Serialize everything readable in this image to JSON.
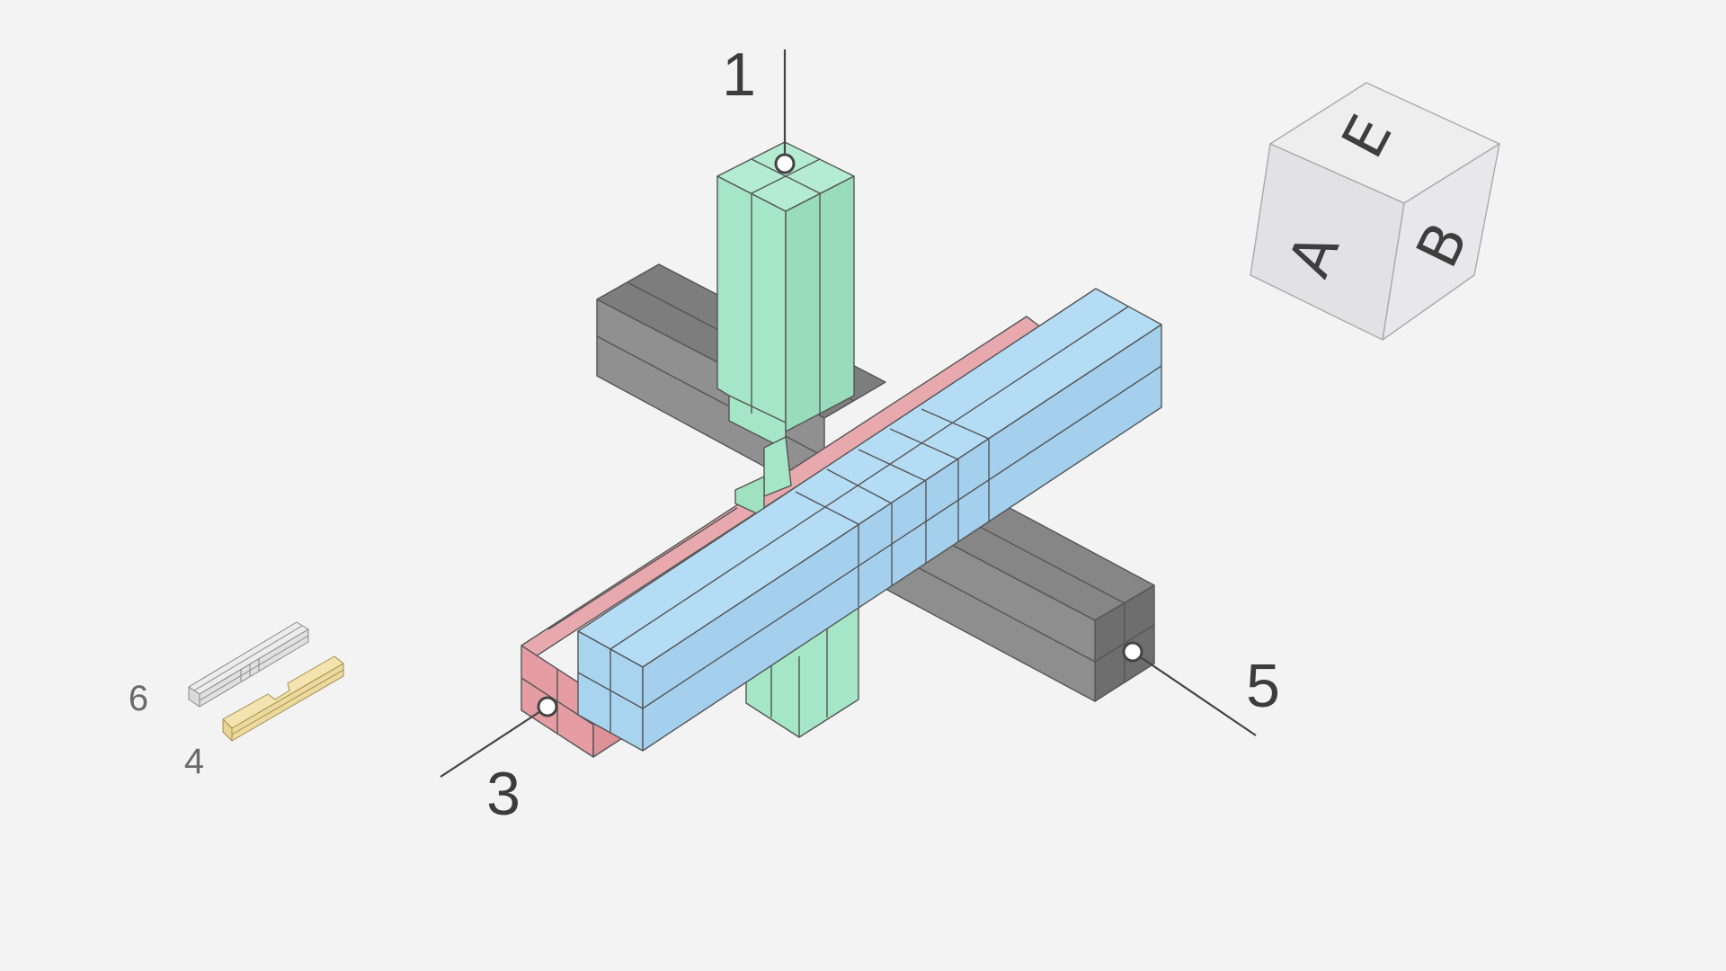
{
  "callouts": {
    "c1": "1",
    "c3": "3",
    "c5": "5",
    "c6": "6",
    "c4": "4"
  },
  "view_cube": {
    "front": "A",
    "top": "E",
    "right": "B"
  },
  "colors": {
    "background": "#f3f3f3",
    "green_piece": "#a8e6c8",
    "blue_piece": "#aad6f2",
    "red_piece": "#eaa2a6",
    "gray_piece": "#8a8a8a",
    "yellow_piece": "#f0dfa6",
    "white_piece": "#e6e6e6"
  }
}
